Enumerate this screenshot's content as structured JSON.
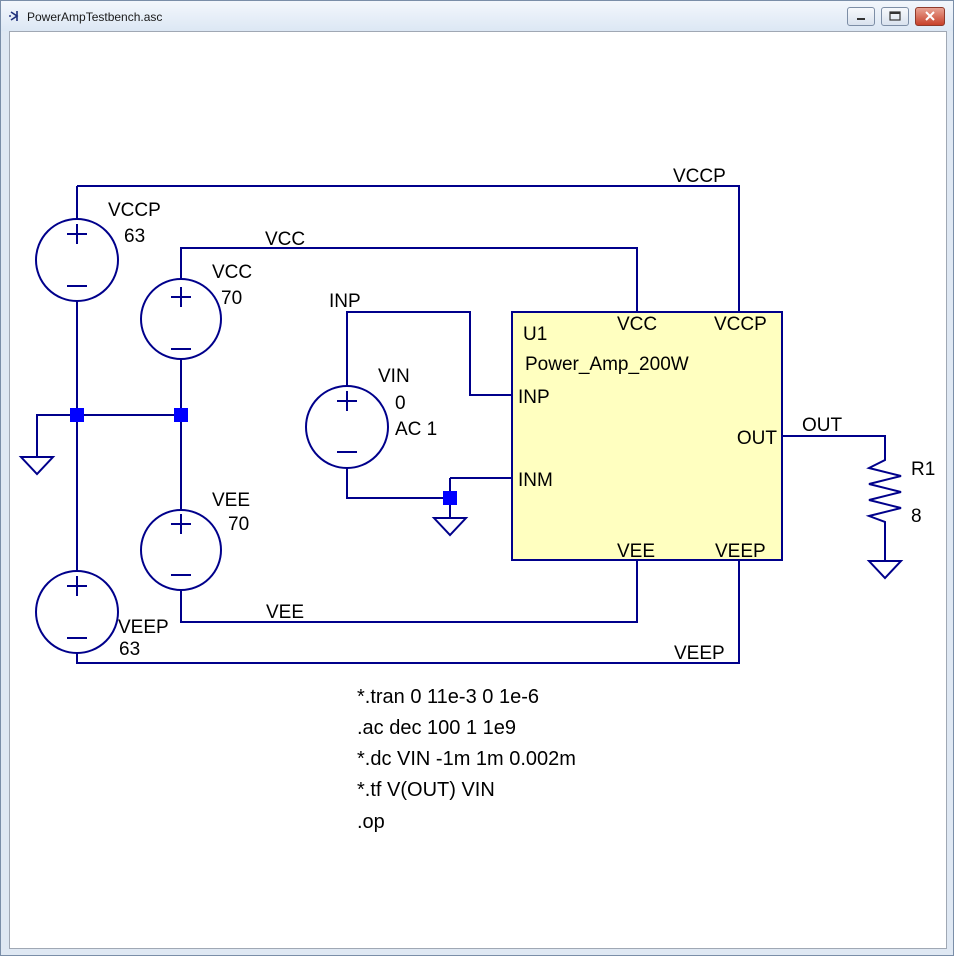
{
  "window": {
    "title": "PowerAmpTestbench.asc",
    "icons": [
      "ltspice-app-icon",
      "minimize-icon",
      "maximize-icon",
      "close-icon"
    ]
  },
  "colors": {
    "wire": "#00008b",
    "junction": "#0000ff",
    "block_fill": "#ffffc0",
    "block_border": "#00008b",
    "background": "#ffffff"
  },
  "schematic": {
    "sources": {
      "vccp": {
        "name": "VCCP",
        "value": "63"
      },
      "vcc": {
        "name": "VCC",
        "value": "70"
      },
      "vee": {
        "name": "VEE",
        "value": "70"
      },
      "veep": {
        "name": "VEEP",
        "value": "63"
      },
      "vin": {
        "name": "VIN",
        "value": "0",
        "value2": "AC 1"
      }
    },
    "net_labels": {
      "vccp": "VCCP",
      "vcc": "VCC",
      "inp": "INP",
      "vee": "VEE",
      "veep": "VEEP",
      "out": "OUT"
    },
    "block": {
      "ref": "U1",
      "name": "Power_Amp_200W",
      "pins": {
        "vcc": "VCC",
        "vccp": "VCCP",
        "inp": "INP",
        "inm": "INM",
        "out": "OUT",
        "vee": "VEE",
        "veep": "VEEP"
      }
    },
    "resistor": {
      "name": "R1",
      "value": "8"
    },
    "directives": [
      "*.tran 0 11e-3 0 1e-6",
      ".ac dec 100 1 1e9",
      "*.dc VIN -1m 1m 0.002m",
      "*.tf V(OUT) VIN",
      ".op"
    ]
  }
}
